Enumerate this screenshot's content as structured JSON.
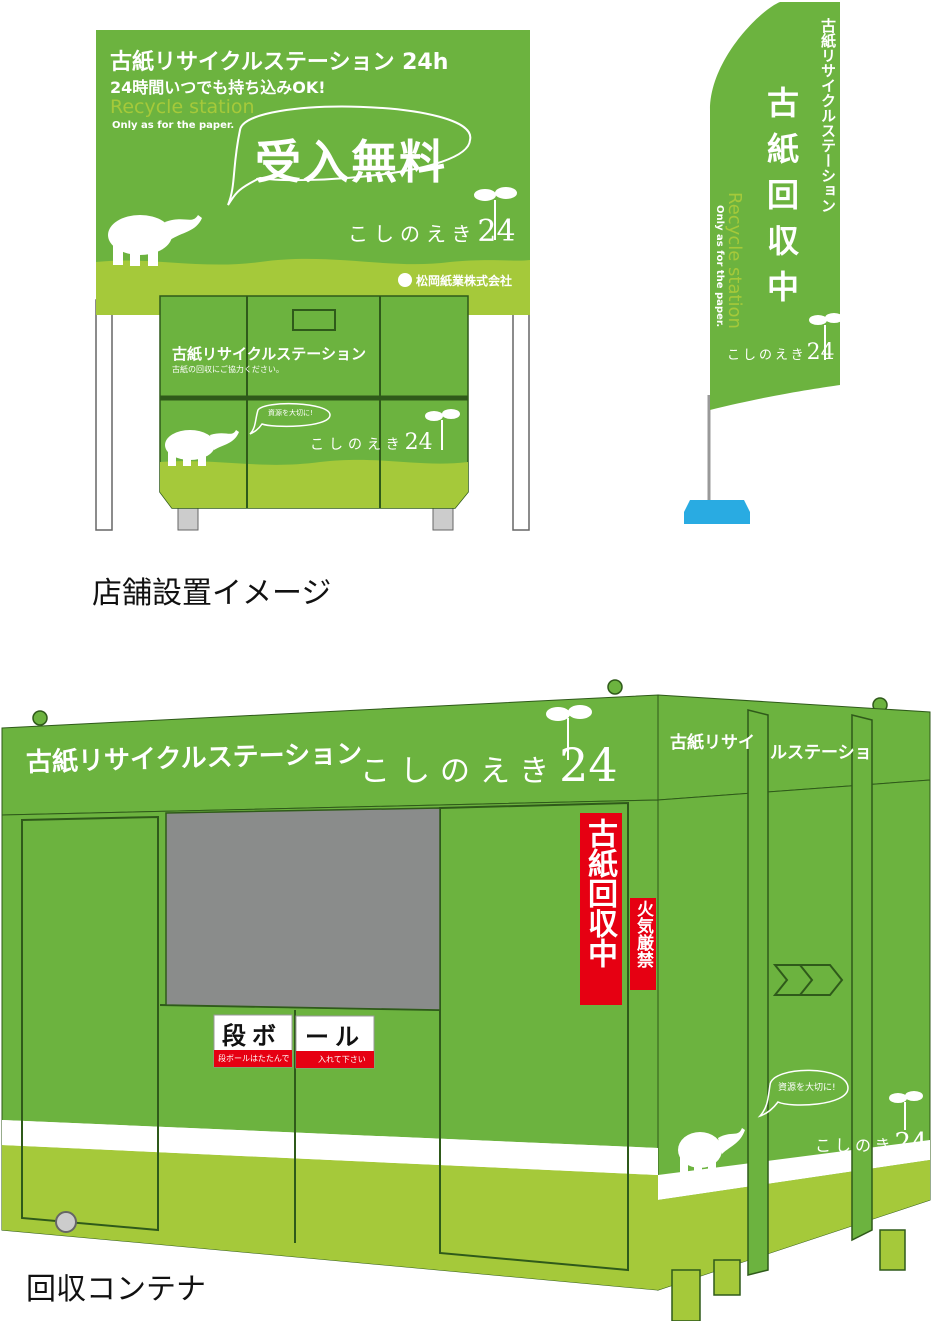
{
  "colors": {
    "green": "#6cb33f",
    "light_green": "#a5c93a",
    "dark_line": "#2f5a1a",
    "red": "#e60012",
    "blue": "#29abe2",
    "gray_window": "#8a8c8b"
  },
  "billboard": {
    "title": "古紙リサイクルステーション 24h",
    "subtitle": "24時間いつでも持ち込みOK!",
    "recycle_en": "Recycle station",
    "only_paper": "Only as for the paper.",
    "free_text": "受入無料",
    "brand": "こしのえき",
    "brand_num": "24",
    "company": "松岡紙業株式会社"
  },
  "dumpster": {
    "title": "古紙リサイクルステーション",
    "note": "古紙の回収にご協力ください。",
    "bubble": "資源を大切に!",
    "brand": "こしのえき",
    "brand_num": "24"
  },
  "flag": {
    "vertical_title": "古紙リサイクルステーション",
    "big_text": "古紙回収中",
    "recycle_en": "Recycle station",
    "only_paper": "Only as for the paper.",
    "brand": "こしのえき",
    "brand_num": "24"
  },
  "captions": {
    "store": "店舗設置イメージ",
    "container": "回収コンテナ"
  },
  "container": {
    "title": "古紙リサイクルステーション",
    "brand": "こしのえき",
    "brand_num": "24",
    "side_title": "古紙リサイ",
    "side_title_2": "ルステーショ",
    "red_banner": "古紙回収中",
    "no_fire": "火気厳禁",
    "cardboard_1": "段ボ",
    "cardboard_1_sub": "段ボールはたたんで",
    "cardboard_2": "ール",
    "cardboard_2_sub": "入れて下さい",
    "bubble": "資源を大切に!",
    "side_brand": "こしのき",
    "side_brand_num": "24"
  }
}
